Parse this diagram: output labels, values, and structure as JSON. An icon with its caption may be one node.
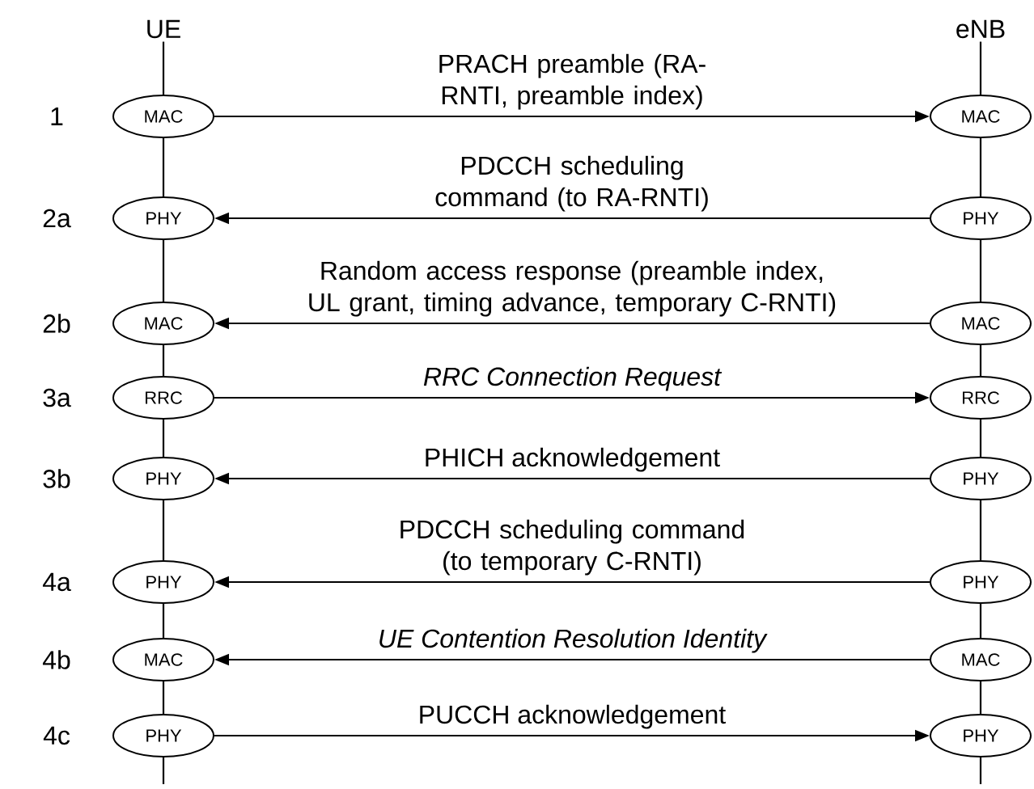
{
  "diagram": {
    "nodes": [
      {
        "text": [
          "UE"
        ]
      },
      {
        "text": [
          "eNB"
        ]
      },
      {
        "text": [
          "MAC"
        ]
      },
      {
        "text": [
          "MAC"
        ]
      },
      {
        "text": [
          "PHY"
        ]
      },
      {
        "text": [
          "PHY"
        ]
      },
      {
        "text": [
          "MAC"
        ]
      },
      {
        "text": [
          "MAC"
        ]
      },
      {
        "text": [
          "RRC"
        ]
      },
      {
        "text": [
          "RRC"
        ]
      },
      {
        "text": [
          "PHY"
        ]
      },
      {
        "text": [
          "PHY"
        ]
      },
      {
        "text": [
          "PHY"
        ]
      },
      {
        "text": [
          "PHY"
        ]
      },
      {
        "text": [
          "MAC"
        ]
      },
      {
        "text": [
          "MAC"
        ]
      },
      {
        "text": [
          "PHY"
        ]
      },
      {
        "text": [
          "PHY"
        ]
      }
    ],
    "edges": [
      {
        "from": 2,
        "to": 3,
        "arrow": "to",
        "label": "PRACH preamble (RA-RNTI, preamble index)"
      },
      {
        "from": 5,
        "to": 4,
        "arrow": "to",
        "label": "PDCCH scheduling command (to RA-RNTI)"
      },
      {
        "from": 7,
        "to": 6,
        "arrow": "to",
        "label": "Random access response (preamble index, UL grant, timing advance, temporary C-RNTI)"
      },
      {
        "from": 8,
        "to": 9,
        "arrow": "to",
        "label": "RRC Connection Request"
      },
      {
        "from": 11,
        "to": 10,
        "arrow": "to",
        "label": "PHICH acknowledgement"
      },
      {
        "from": 13,
        "to": 12,
        "arrow": "to",
        "label": "PDCCH scheduling command (to temporary C-RNTI)"
      },
      {
        "from": 15,
        "to": 14,
        "arrow": "to",
        "label": "UE Contention Resolution Identity"
      },
      {
        "from": 16,
        "to": 17,
        "arrow": "to",
        "label": "PUCCH acknowledgement"
      },
      {
        "from": 0,
        "to": 2,
        "arrow": "none"
      },
      {
        "from": 2,
        "to": 4,
        "arrow": "none"
      },
      {
        "from": 4,
        "to": 6,
        "arrow": "none"
      },
      {
        "from": 6,
        "to": 8,
        "arrow": "none"
      },
      {
        "from": 8,
        "to": 10,
        "arrow": "none"
      },
      {
        "from": 10,
        "to": 12,
        "arrow": "none"
      },
      {
        "from": 12,
        "to": 14,
        "arrow": "none"
      },
      {
        "from": 14,
        "to": 16,
        "arrow": "none"
      },
      {
        "from": 16,
        "to": null,
        "arrow": "none"
      },
      {
        "from": 1,
        "to": 3,
        "arrow": "none"
      },
      {
        "from": 3,
        "to": 5,
        "arrow": "none"
      },
      {
        "from": 5,
        "to": 7,
        "arrow": "none"
      },
      {
        "from": 7,
        "to": 9,
        "arrow": "none"
      },
      {
        "from": 9,
        "to": 11,
        "arrow": "none"
      },
      {
        "from": 11,
        "to": 13,
        "arrow": "none"
      },
      {
        "from": 13,
        "to": 15,
        "arrow": "none"
      },
      {
        "from": 15,
        "to": 17,
        "arrow": "none"
      },
      {
        "from": 17,
        "to": null,
        "arrow": "none"
      }
    ],
    "labels": [
      "1",
      "2a",
      "2b",
      "3a",
      "3b",
      "4a",
      "4b",
      "4c"
    ]
  }
}
